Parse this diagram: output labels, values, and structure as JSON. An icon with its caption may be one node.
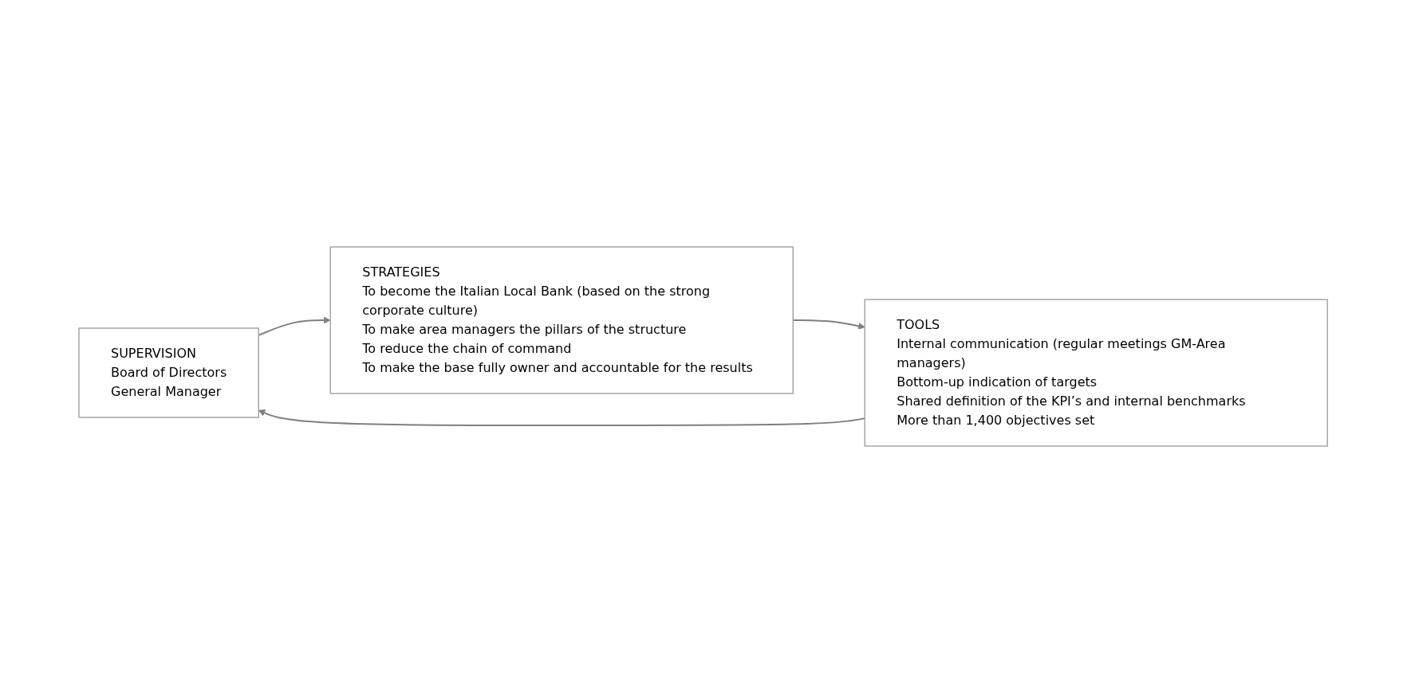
{
  "diagram": {
    "nodes": [
      {
        "text": [
          "SUPERVISION",
          "Board of Directors",
          "General Manager"
        ]
      },
      {
        "text": [
          "STRATEGIES",
          "To become the Italian Local Bank (based on the strong corporate culture)",
          "To make area managers the pillars of the structure",
          "To reduce the chain of command",
          "To make the base fully owner and accountable for the results"
        ]
      },
      {
        "text": [
          "TOOLS",
          "Internal communication (regular meetings GM-Area managers)",
          "Bottom-up indication of targets",
          "Shared definition of the KPI’s and internal benchmarks",
          "More than 1,400 objectives set"
        ]
      }
    ],
    "edges": [
      {
        "from": 0,
        "to": 1,
        "arrow": "to"
      },
      {
        "from": 1,
        "to": 2,
        "arrow": "to"
      },
      {
        "from": 2,
        "to": 0,
        "arrow": "to"
      }
    ]
  }
}
